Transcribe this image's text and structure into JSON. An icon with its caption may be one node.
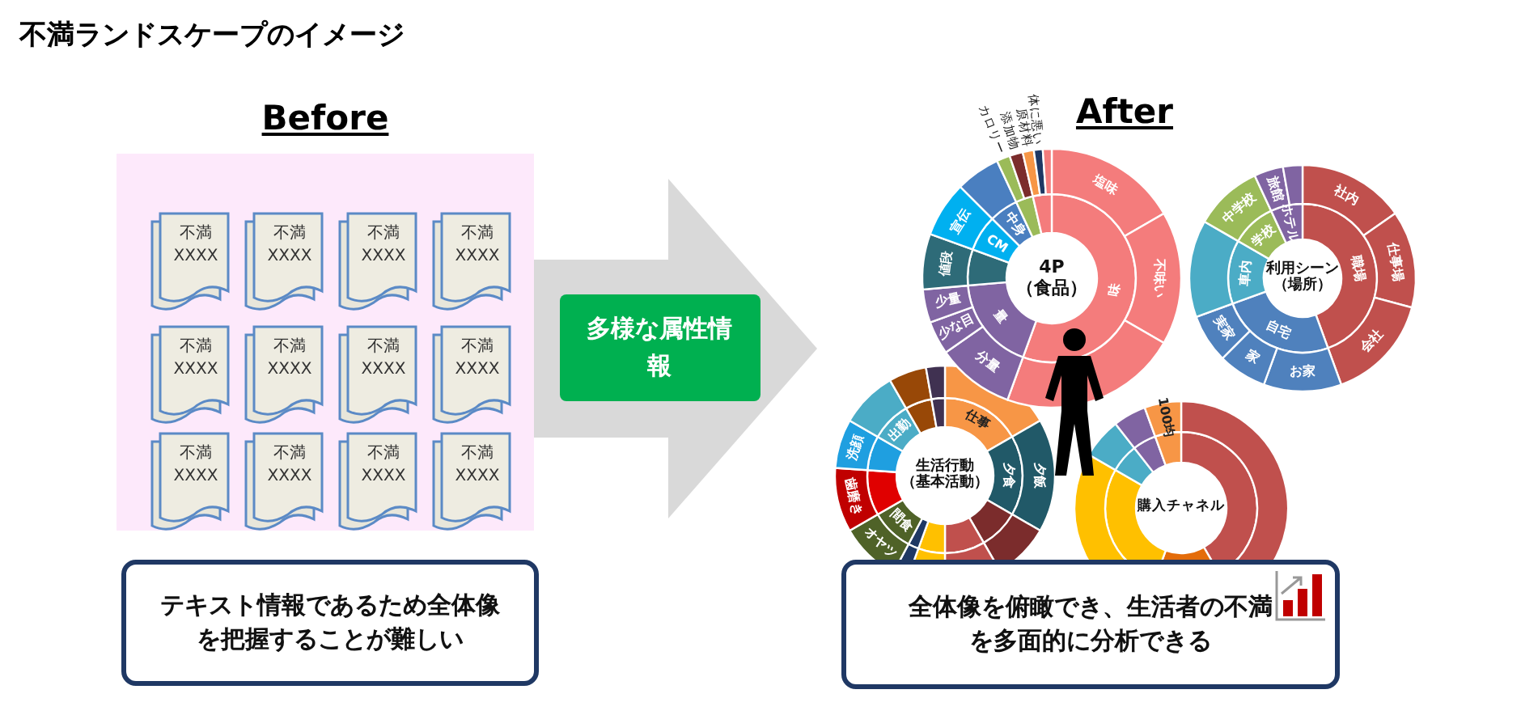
{
  "diagram": {
    "title": "不満ランドスケープのイメージ",
    "nodes": [
      {
        "text": [
          "Before"
        ]
      },
      {
        "text": [
          "不満XXXX"
        ],
        "in": 0
      },
      {
        "text": [
          "不満XXXX"
        ],
        "in": 0
      },
      {
        "text": [
          "不満XXXX"
        ],
        "in": 0
      },
      {
        "text": [
          "不満XXXX"
        ],
        "in": 0
      },
      {
        "text": [
          "不満XXXX"
        ],
        "in": 0
      },
      {
        "text": [
          "不満XXXX"
        ],
        "in": 0
      },
      {
        "text": [
          "不満XXXX"
        ],
        "in": 0
      },
      {
        "text": [
          "不満XXXX"
        ],
        "in": 0
      },
      {
        "text": [
          "不満XXXX"
        ],
        "in": 0
      },
      {
        "text": [
          "不満XXXX"
        ],
        "in": 0
      },
      {
        "text": [
          "不満XXXX"
        ],
        "in": 0
      },
      {
        "text": [
          "不満XXXX"
        ],
        "in": 0
      },
      {
        "text": [
          "After"
        ]
      },
      {
        "text": [
          "4P（食品）"
        ],
        "in": 13,
        "beside": [
          "カロリー",
          "添加物",
          "原材料",
          "体に悪い"
        ]
      },
      {
        "text": [
          "利用シーン（場所）"
        ],
        "in": 13
      },
      {
        "text": [
          "生活行動（基本活動）"
        ],
        "in": 13
      },
      {
        "text": [
          "購入チャネル"
        ],
        "in": 13
      },
      {
        "text": [
          "テキスト情報であるため全体像を把握することが難しい"
        ]
      },
      {
        "text": [
          "全体像を俯瞰でき、生活者の不満を多面的に分析できる"
        ],
        "in": 13
      }
    ],
    "edges": [
      {
        "from": 0,
        "to": 13,
        "arrow": "to",
        "label": "多様な属性情報"
      }
    ],
    "labels": [
      "味",
      "塩味",
      "不味い",
      "量",
      "分量",
      "少な目",
      "少量",
      "値段",
      "CM",
      "宣伝",
      "中身",
      "職場",
      "社内",
      "仕事場",
      "会社",
      "自宅",
      "お家",
      "家",
      "実家",
      "車内",
      "学校",
      "中学校",
      "ホテル",
      "旅館",
      "夕食",
      "夕飯",
      "仕事",
      "洗顔",
      "歯磨き",
      "間食",
      "オヤツ",
      "出勤",
      "100均"
    ]
  }
}
